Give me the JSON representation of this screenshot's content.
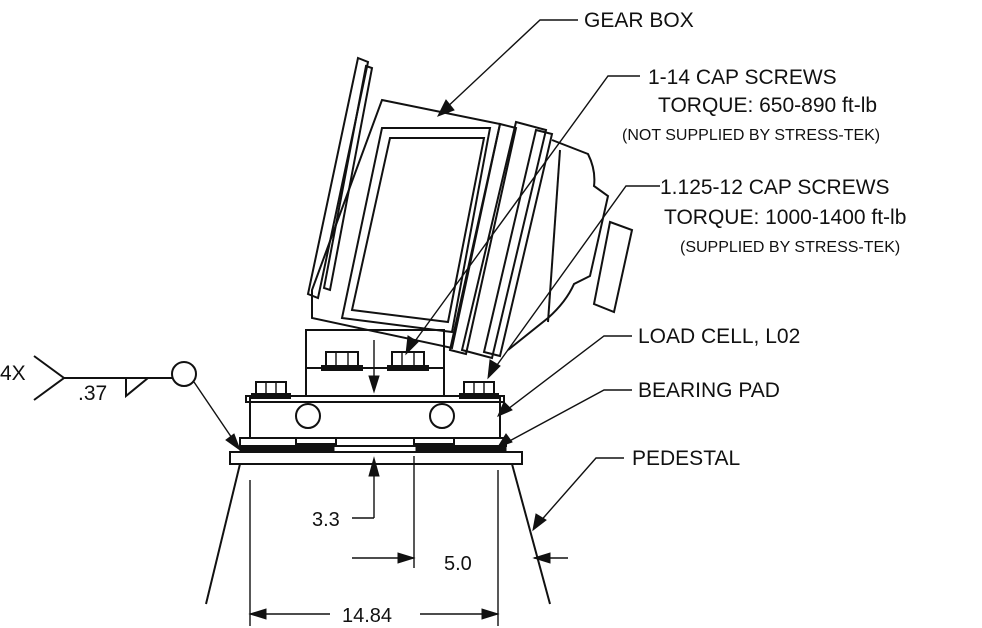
{
  "callouts": {
    "gear_box": "GEAR BOX",
    "cap_screws_1": {
      "name": "1-14 CAP SCREWS",
      "torque": "TORQUE: 650-890 ft-lb",
      "note": "(NOT SUPPLIED BY STRESS-TEK)"
    },
    "cap_screws_2": {
      "name": "1.125-12 CAP SCREWS",
      "torque": "TORQUE: 1000-1400 ft-lb",
      "note": "(SUPPLIED BY STRESS-TEK)"
    },
    "load_cell": "LOAD CELL, L02",
    "bearing_pad": "BEARING PAD",
    "pedestal": "PEDESTAL"
  },
  "weld_symbol": {
    "quantity": "4X",
    "size": ".37"
  },
  "dimensions": {
    "d_3_3": "3.3",
    "d_5_0": "5.0",
    "d_14_84": "14.84"
  },
  "colors": {
    "line": "#111111",
    "background": "#ffffff"
  }
}
